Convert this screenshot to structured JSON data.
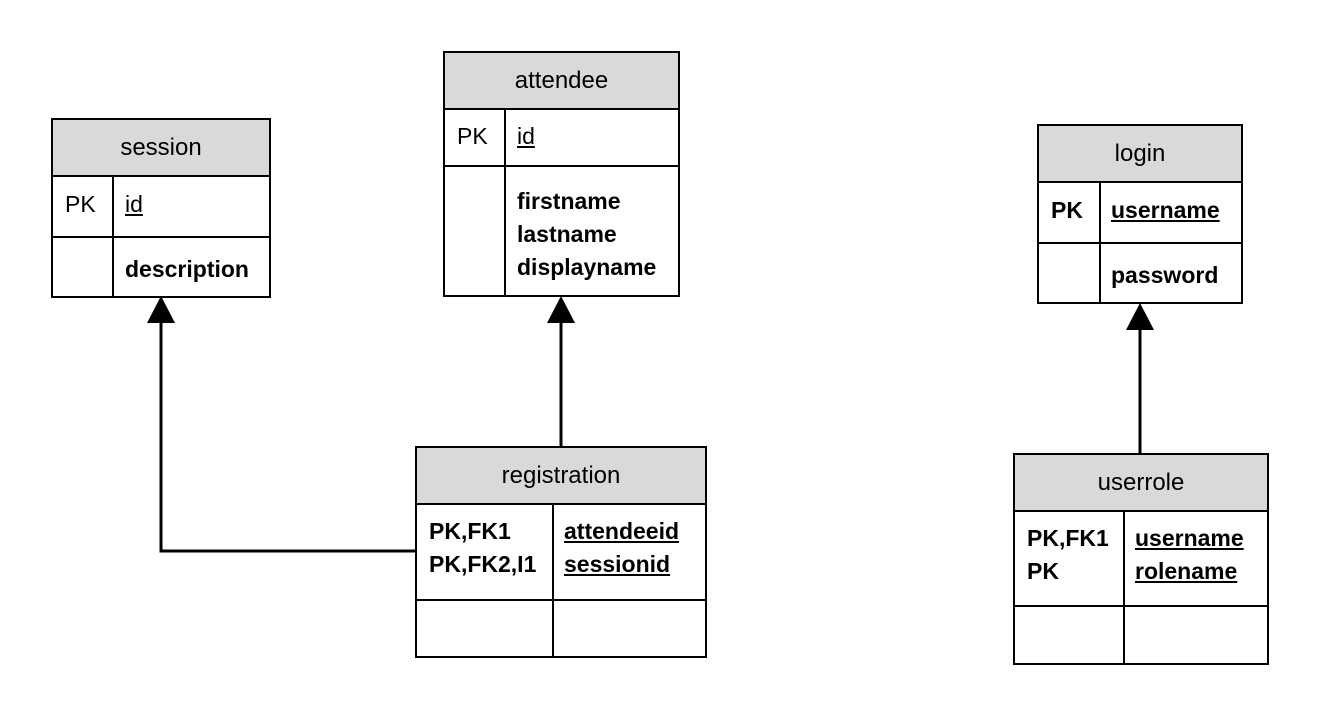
{
  "entities": {
    "session": {
      "title": "session",
      "pk_label": "PK",
      "pk_field": "id",
      "attributes": [
        "description"
      ]
    },
    "attendee": {
      "title": "attendee",
      "pk_label": "PK",
      "pk_field": "id",
      "attributes": [
        "firstname",
        "lastname",
        "displayname"
      ]
    },
    "login": {
      "title": "login",
      "pk_label": "PK",
      "pk_field": "username",
      "attributes": [
        "password"
      ]
    },
    "registration": {
      "title": "registration",
      "key_labels": [
        "PK,FK1",
        "PK,FK2,I1"
      ],
      "key_fields": [
        "attendeeid",
        "sessionid"
      ]
    },
    "userrole": {
      "title": "userrole",
      "key_labels": [
        "PK,FK1",
        "PK"
      ],
      "key_fields": [
        "username",
        "rolename"
      ]
    }
  },
  "relationships": [
    {
      "from": "registration",
      "to": "session"
    },
    {
      "from": "registration",
      "to": "attendee"
    },
    {
      "from": "userrole",
      "to": "login"
    }
  ]
}
